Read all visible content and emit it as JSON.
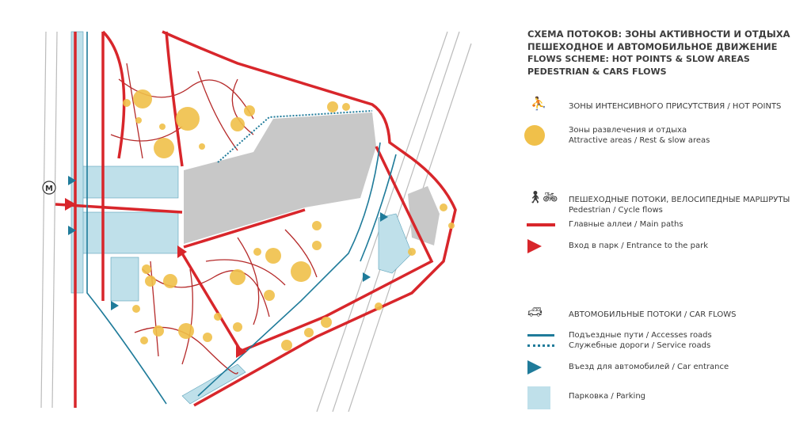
{
  "map": {
    "metro_label": "M"
  },
  "title": {
    "line1": "СХЕМА ПОТОКОВ: ЗОНЫ АКТИВНОСТИ И ОТДЫХА",
    "line2": "ПЕШЕХОДНОЕ И АВТОМОБИЛЬНОЕ ДВИЖЕНИЕ",
    "line3": "FLOWS SCHEME: HOT POINTS & SLOW AREAS",
    "line4": "PEDESTRIAN & CARS FLOWS"
  },
  "legend": {
    "hot_points": "ЗОНЫ ИНТЕНСИВНОГО ПРИСУТСТВИЯ / HOT POINTS",
    "attractive_ru": "Зоны развлечения и отдыха",
    "attractive_en": "Attractive areas / Rest & slow areas",
    "ped_heading": "ПЕШЕХОДНЫЕ ПОТОКИ, ВЕЛОСИПЕДНЫЕ МАРШРУТЫ",
    "ped_sub": "Pedestrian / Cycle flows",
    "main_paths": "Главные аллеи / Main paths",
    "park_entrance": "Вход в парк / Entrance to the park",
    "car_heading": "АВТОМОБИЛЬНЫЕ ПОТОКИ / CAR FLOWS",
    "access_roads": "Подъездные пути / Accesses roads",
    "service_roads": "Служебные дороги / Service roads",
    "car_entrance": "Въезд для автомобилей / Car entrance",
    "parking": "Парковка / Parking"
  },
  "colors": {
    "red": "#d8262b",
    "blue": "#1f7b9a",
    "yellow": "#f0c04a",
    "parking": "#bfe0ea",
    "building": "#c8c8c8"
  }
}
